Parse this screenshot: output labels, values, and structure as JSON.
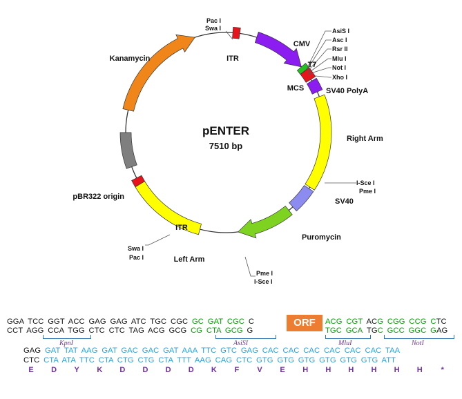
{
  "plasmid": {
    "name": "pENTER",
    "size": "7510 bp"
  },
  "features": {
    "cmv": "CMV",
    "t7": "T7",
    "mcs": "MCS",
    "sv40_polya": "SV40 PolyA",
    "right_arm": "Right Arm",
    "sv40": "SV40",
    "puromycin": "Puromycin",
    "left_arm": "Left Arm",
    "itr_bottom": "ITR",
    "pbr322": "pBR322 origin",
    "kanamycin": "Kanamycin",
    "itr_top": "ITR"
  },
  "sites": {
    "top_pac": "Pac I",
    "top_swa": "Swa I",
    "asis": "AsiS I",
    "asc": "Asc I",
    "rsr": "Rsr II",
    "mlu": "Mlu I",
    "not": "Not I",
    "xho": "Xho I",
    "isce_right": "I-Sce I",
    "pme_right": "Pme I",
    "pme_bottom": "Pme I",
    "isce_bottom": "I-Sce I",
    "swa_bottom": "Swa I",
    "pac_bottom": "Pac I"
  },
  "colors": {
    "orange": "#f0861a",
    "purple": "#8b1df0",
    "green_t7": "#22c022",
    "red": "#e8141c",
    "yellow": "#ffff00",
    "lavender": "#8c8cf0",
    "lime": "#7ed320",
    "gray": "#7f7f7f",
    "seq_green": "#00a000",
    "seq_blue": "#2e9fd6",
    "enzyme_purple": "#7030a0",
    "orf_orange": "#ed7d31"
  },
  "sequence": {
    "line1_top": [
      {
        "t": "GGA TCC GGT ACC GAG GAG ATC TGC CGC ",
        "c": "black"
      },
      {
        "t": "GC GAT CGC",
        "c": "green"
      },
      {
        "t": " C",
        "c": "black"
      }
    ],
    "line1_top_right": [
      {
        "t": "ACG CGT",
        "c": "green"
      },
      {
        "t": " AC",
        "c": "black"
      },
      {
        "t": "G CGG CCG C",
        "c": "green"
      },
      {
        "t": "TC",
        "c": "black"
      }
    ],
    "line1_bottom": [
      {
        "t": "CCT AGG CCA TGG CTC CTC TAG ACG GCG ",
        "c": "black"
      },
      {
        "t": "CG CTA GCG",
        "c": "green"
      },
      {
        "t": " G",
        "c": "black"
      }
    ],
    "line1_bottom_right": [
      {
        "t": "TGC GCA",
        "c": "green"
      },
      {
        "t": " TG",
        "c": "black"
      },
      {
        "t": "C GCC GGC G",
        "c": "green"
      },
      {
        "t": "AG",
        "c": "black"
      }
    ],
    "orf": "ORF",
    "enzymes": [
      "KpnI",
      "AsiSI",
      "MluI",
      "NotI"
    ],
    "line2_top": [
      {
        "t": "GAG ",
        "c": "black"
      },
      {
        "t": "GAT TAT AAG GAT GAC GAC GAT AAA TTC GTC GAG CAC CAC CAC CAC CAC CAC TAA",
        "c": "blue"
      }
    ],
    "line2_bottom": [
      {
        "t": "CTC ",
        "c": "black"
      },
      {
        "t": "CTA ATA TTC CTA CTG CTG CTA TTT AAG CAG CTC GTG GTG GTG GTG GTG GTG ATT",
        "c": "blue"
      }
    ],
    "aa": [
      "E",
      "D",
      "Y",
      "K",
      "D",
      "D",
      "D",
      "D",
      "K",
      "F",
      "V",
      "E",
      "H",
      "H",
      "H",
      "H",
      "H",
      "H",
      "*"
    ]
  }
}
